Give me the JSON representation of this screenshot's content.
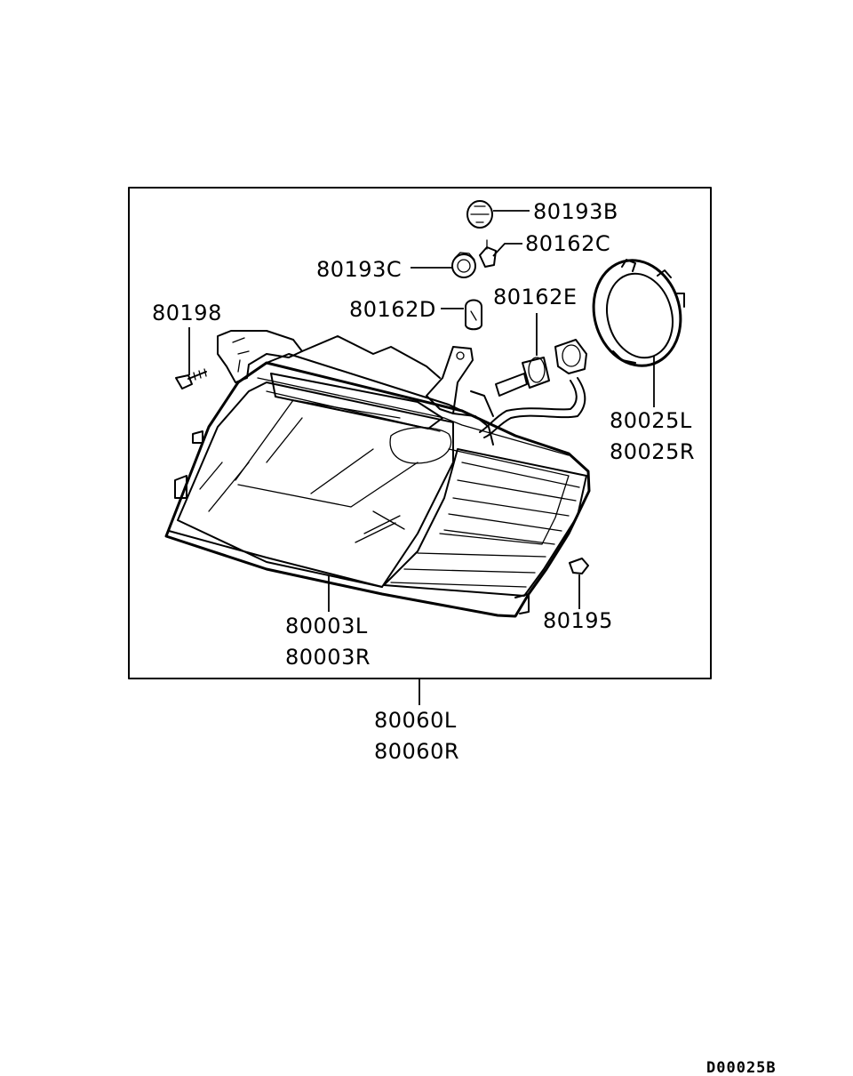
{
  "diagram_code": "D00025B",
  "labels": {
    "p80193B": "80193B",
    "p80162C": "80162C",
    "p80193C": "80193C",
    "p80162D": "80162D",
    "p80162E": "80162E",
    "p80198": "80198",
    "p80025L": "80025L",
    "p80025R": "80025R",
    "p80003L": "80003L",
    "p80003R": "80003R",
    "p80195": "80195",
    "p80060L": "80060L",
    "p80060R": "80060R"
  }
}
